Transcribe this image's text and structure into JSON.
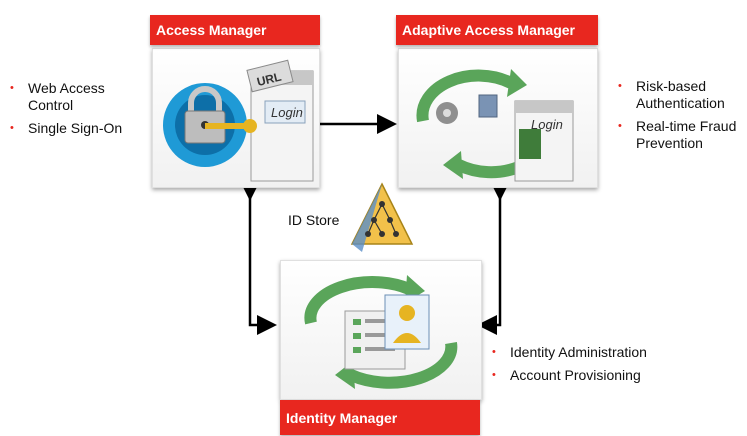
{
  "boxes": {
    "access_manager": {
      "title": "Access Manager",
      "features": [
        "Web Access Control",
        "Single Sign-On"
      ]
    },
    "adaptive_access_manager": {
      "title": "Adaptive Access Manager",
      "features": [
        "Risk-based Authentication",
        "Real-time Fraud Prevention"
      ]
    },
    "identity_manager": {
      "title": "Identity Manager",
      "features": [
        "Identity Administration",
        "Account Provisioning"
      ]
    }
  },
  "id_store": {
    "label": "ID Store"
  },
  "icons": {
    "url_tag": "URL",
    "login_text": "Login"
  },
  "colors": {
    "accent": "#e8271f",
    "arrow_green": "#5aa55a",
    "lock_blue": "#1f9ad6",
    "key_gold": "#e6b422"
  }
}
